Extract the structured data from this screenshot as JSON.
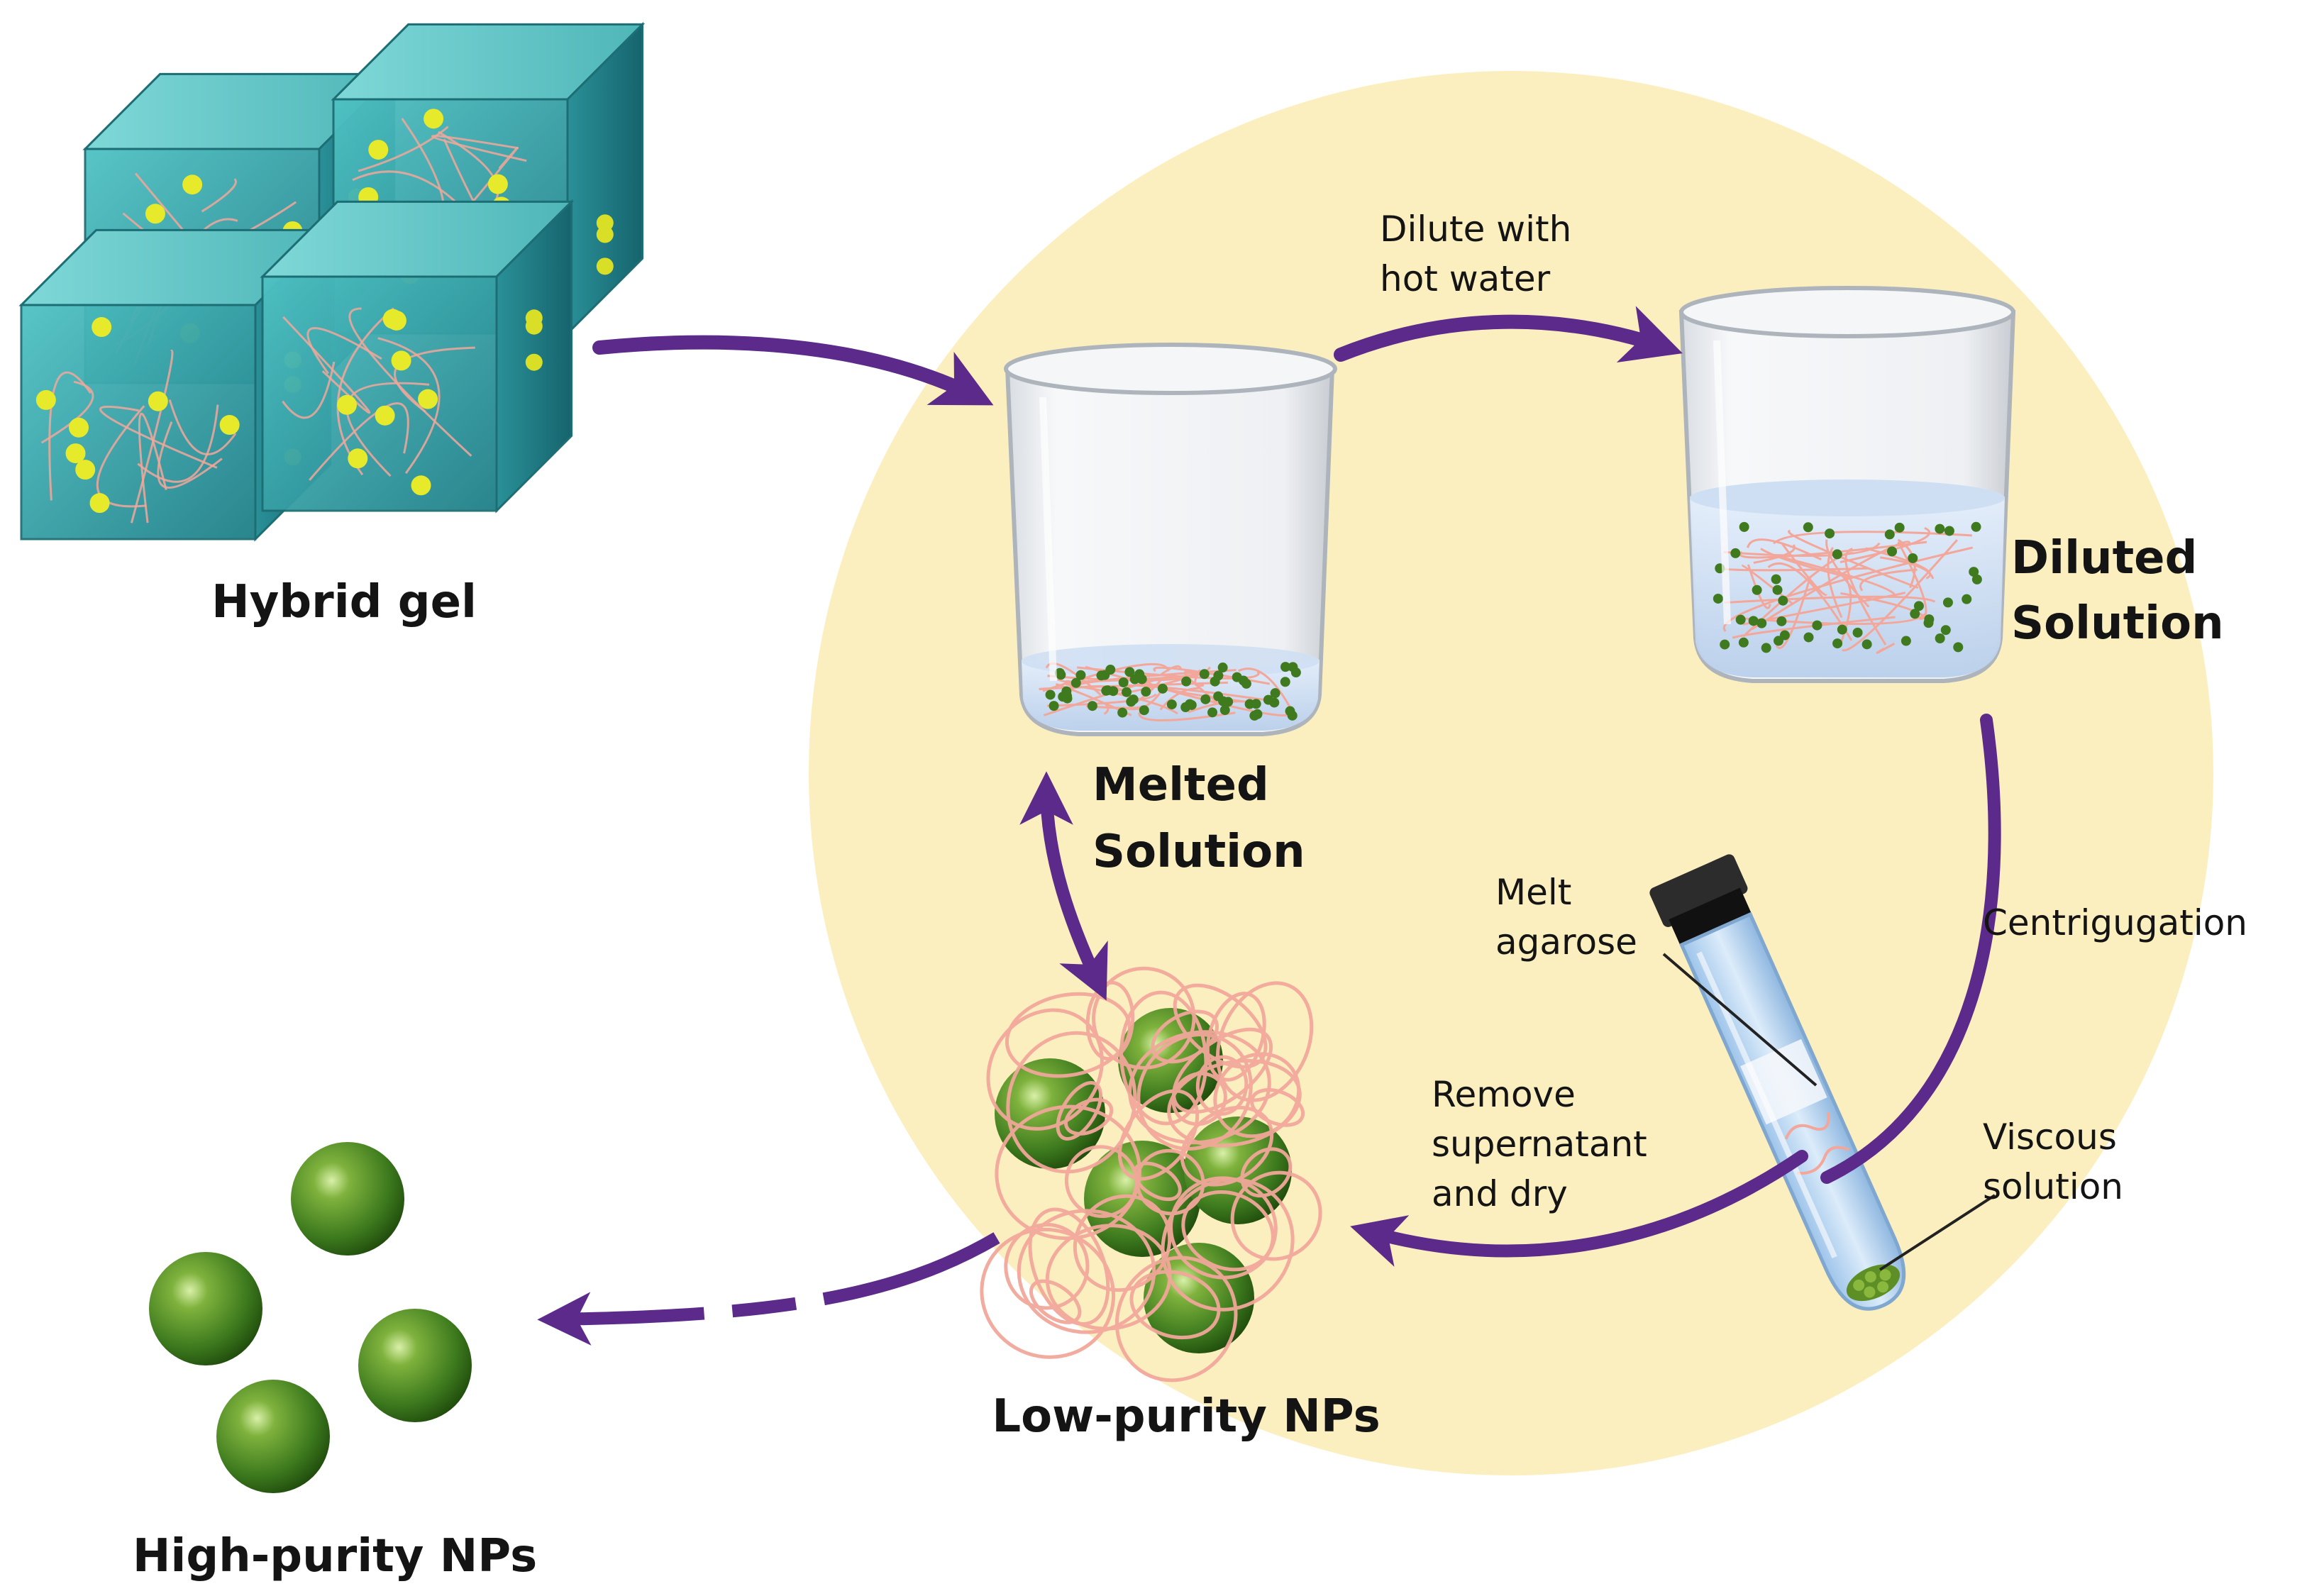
{
  "labels": {
    "hybrid_gel": "Hybrid gel",
    "melted_solution": [
      "Melted",
      "Solution"
    ],
    "diluted_solution": [
      "Diluted",
      "Solution"
    ],
    "dilute_step": [
      "Dilute with",
      "hot water"
    ],
    "centrifugation_step": "Centrigugation",
    "melt_agarose": [
      "Melt",
      "agarose"
    ],
    "viscous_solution": [
      "Viscous",
      "solution"
    ],
    "remove_step": [
      "Remove",
      "supernatant",
      "and dry"
    ],
    "low_purity": "Low-purity NPs",
    "high_purity": "High-purity NPs"
  },
  "colors": {
    "arrow": "#5b2a8a",
    "circle": "#fcefbf",
    "gel": "#3aa7a8",
    "np_green": "#3f7a1f",
    "fiber": "#f2a79a",
    "dot_yellow": "#e6ea2a"
  }
}
